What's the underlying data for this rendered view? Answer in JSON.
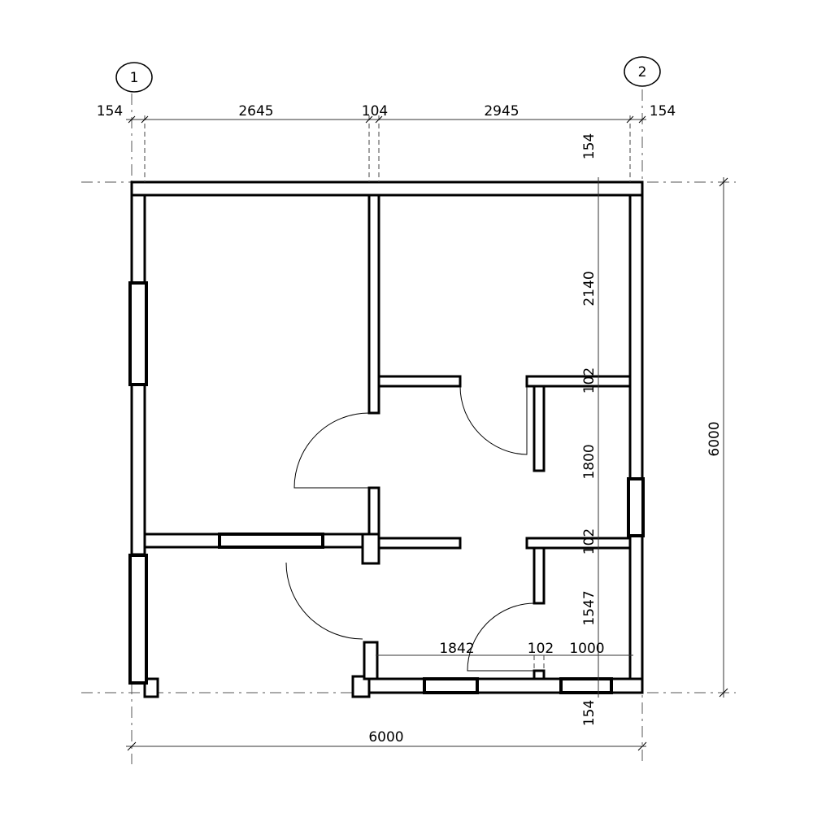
{
  "grid_axes": [
    {
      "label": "1"
    },
    {
      "label": "2"
    }
  ],
  "dimensions": {
    "top": [
      "154",
      "2645",
      "104",
      "2945",
      "154"
    ],
    "right_inner": [
      "154",
      "2140",
      "102",
      "1800",
      "102",
      "1547",
      "154"
    ],
    "right_overall": "6000",
    "bottom_overall": "6000",
    "bottom_inner": [
      "1842",
      "102",
      "1000"
    ]
  }
}
